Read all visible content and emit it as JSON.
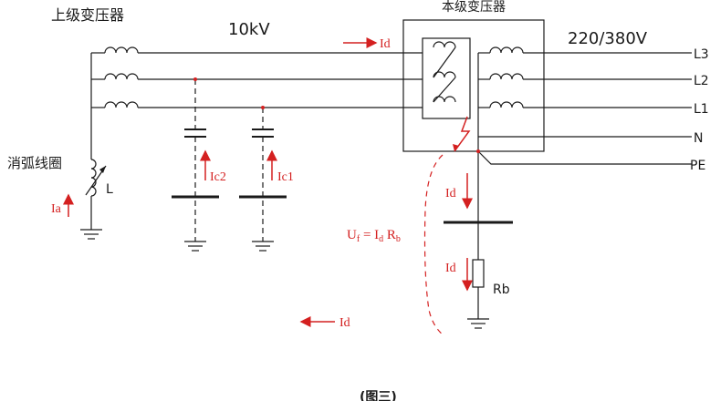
{
  "labels": {
    "upper_transformer": "上级变压器",
    "voltage_10kv": "10kV",
    "local_transformer": "本级变压器",
    "voltage_220_380": "220/380V",
    "phase_l3": "L3",
    "phase_l2": "L2",
    "phase_l1": "L1",
    "neutral": "N",
    "protective_earth": "PE",
    "arc_coil": "消弧线圈",
    "coil_symbol": "L",
    "resistor_symbol": "Rb",
    "caption": "(图三)"
  },
  "currents": {
    "id_top": "Id",
    "id_bottom": "Id",
    "id_right_upper": "Id",
    "id_right_lower": "Id",
    "ia": "Ia",
    "ic2": "Ic2",
    "ic1": "Ic1"
  },
  "equation": {
    "uf_main": "U",
    "uf_sub": "f",
    "uf_eq": " = I",
    "uf_d1": "d",
    "uf_r": " R",
    "uf_b": "b"
  },
  "colors": {
    "line": "#1a1a1a",
    "current_arrow": "#d42020",
    "fault_dot": "#d42020"
  }
}
